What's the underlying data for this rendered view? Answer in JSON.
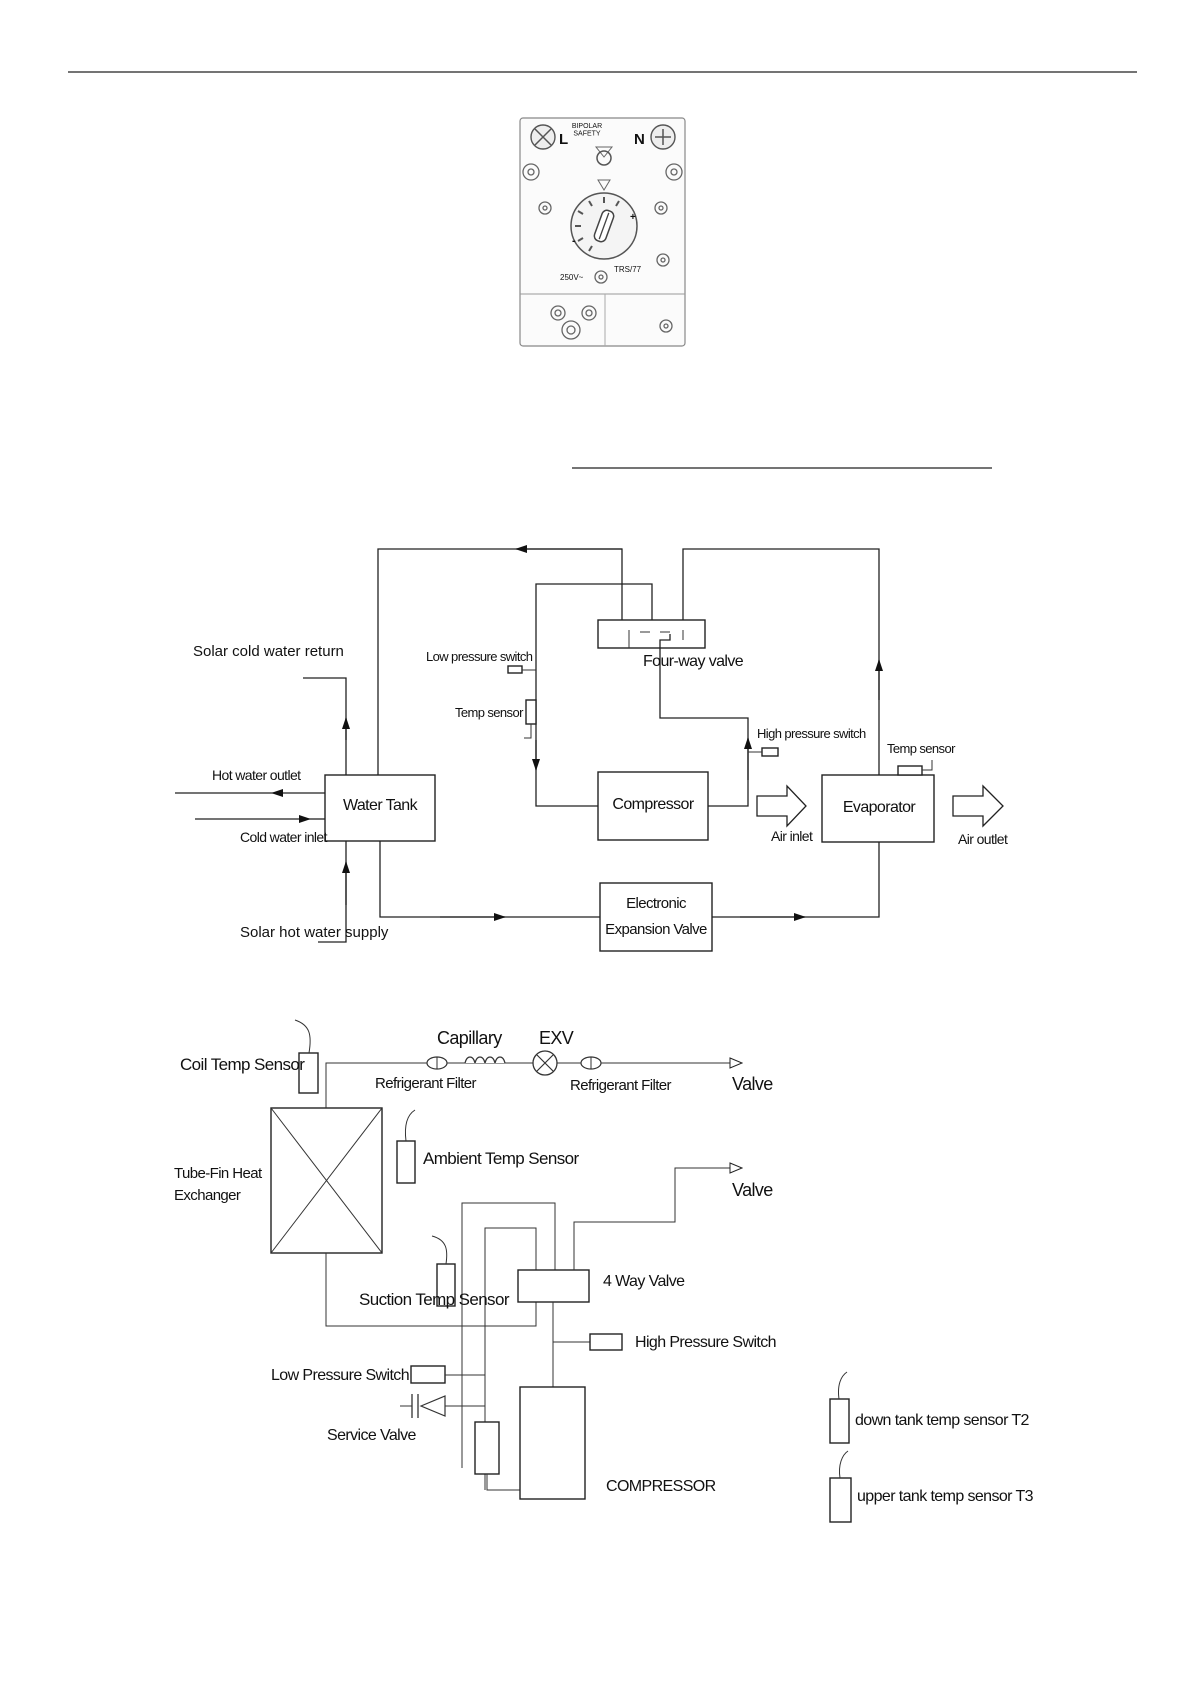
{
  "thermostat": {
    "terminal_l": "L",
    "terminal_n": "N",
    "bipolar_text": "BIPOLAR\nSAFETY",
    "voltage_text": "250V~",
    "rating_text": "TRS/77",
    "minus": "-",
    "plus": "+"
  },
  "system_diagram": {
    "solar_cold_return": "Solar cold water return",
    "hot_water_outlet": "Hot water outlet",
    "cold_water_inlet": "Cold water inlet",
    "solar_hot_supply": "Solar hot water supply",
    "water_tank": "Water Tank",
    "low_pressure_switch": "Low pressure switch",
    "temp_sensor_left": "Temp sensor",
    "four_way_valve": "Four-way valve",
    "high_pressure_switch": "High pressure switch",
    "temp_sensor_right": "Temp sensor",
    "compressor": "Compressor",
    "evaporator": "Evaporator",
    "air_inlet": "Air inlet",
    "air_outlet": "Air outlet",
    "exv_line1": "Electronic",
    "exv_line2": "Expansion Valve"
  },
  "refrigerant_diagram": {
    "coil_temp_sensor": "Coil Temp Sensor",
    "capillary": "Capillary",
    "exv": "EXV",
    "refrigerant_filter_1": "Refrigerant Filter",
    "refrigerant_filter_2": "Refrigerant Filter",
    "valve_top": "Valve",
    "ambient_temp_sensor": "Ambient Temp Sensor",
    "heat_exchanger_line1": "Tube-Fin Heat",
    "heat_exchanger_line2": "Exchanger",
    "valve_mid": "Valve",
    "suction_temp_sensor": "Suction Temp Sensor",
    "four_way_valve": "4 Way Valve",
    "high_pressure_switch": "High Pressure Switch",
    "low_pressure_switch": "Low Pressure Switch",
    "service_valve": "Service Valve",
    "compressor": "COMPRESSOR",
    "down_tank_sensor": "down tank temp sensor T2",
    "upper_tank_sensor": "upper tank temp sensor T3"
  }
}
